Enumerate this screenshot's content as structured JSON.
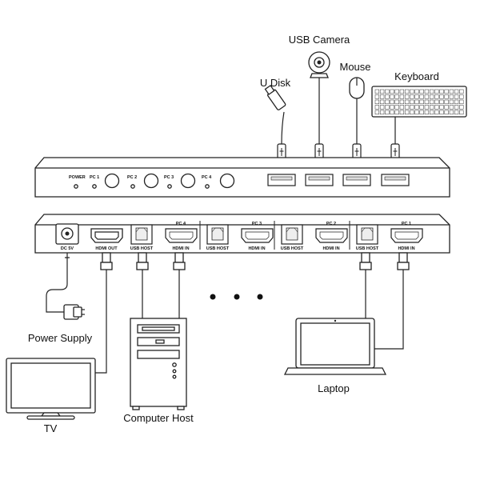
{
  "devices": {
    "usb_camera": "USB Camera",
    "u_disk": "U Disk",
    "mouse": "Mouse",
    "keyboard": "Keyboard",
    "power_supply": "Power Supply",
    "tv": "TV",
    "computer_host": "Computer Host",
    "laptop": "Laptop"
  },
  "front_panel": {
    "labels": [
      "POWER",
      "PC 1",
      "PC 2",
      "PC 3",
      "PC 4"
    ]
  },
  "rear_panel": {
    "dc": "DC 5V",
    "hdmi_out": "HDMI OUT",
    "groups": [
      {
        "pc": "PC 4",
        "usb": "USB HOST",
        "hdmi": "HDMI IN"
      },
      {
        "pc": "PC 3",
        "usb": "USB HOST",
        "hdmi": "HDMI IN"
      },
      {
        "pc": "PC 2",
        "usb": "USB HOST",
        "hdmi": "HDMI IN"
      },
      {
        "pc": "PC 1",
        "usb": "USB HOST",
        "hdmi": "HDMI IN"
      }
    ]
  },
  "colors": {
    "line": "#222222",
    "fill": "#ffffff",
    "port": "#f2f2f2"
  }
}
